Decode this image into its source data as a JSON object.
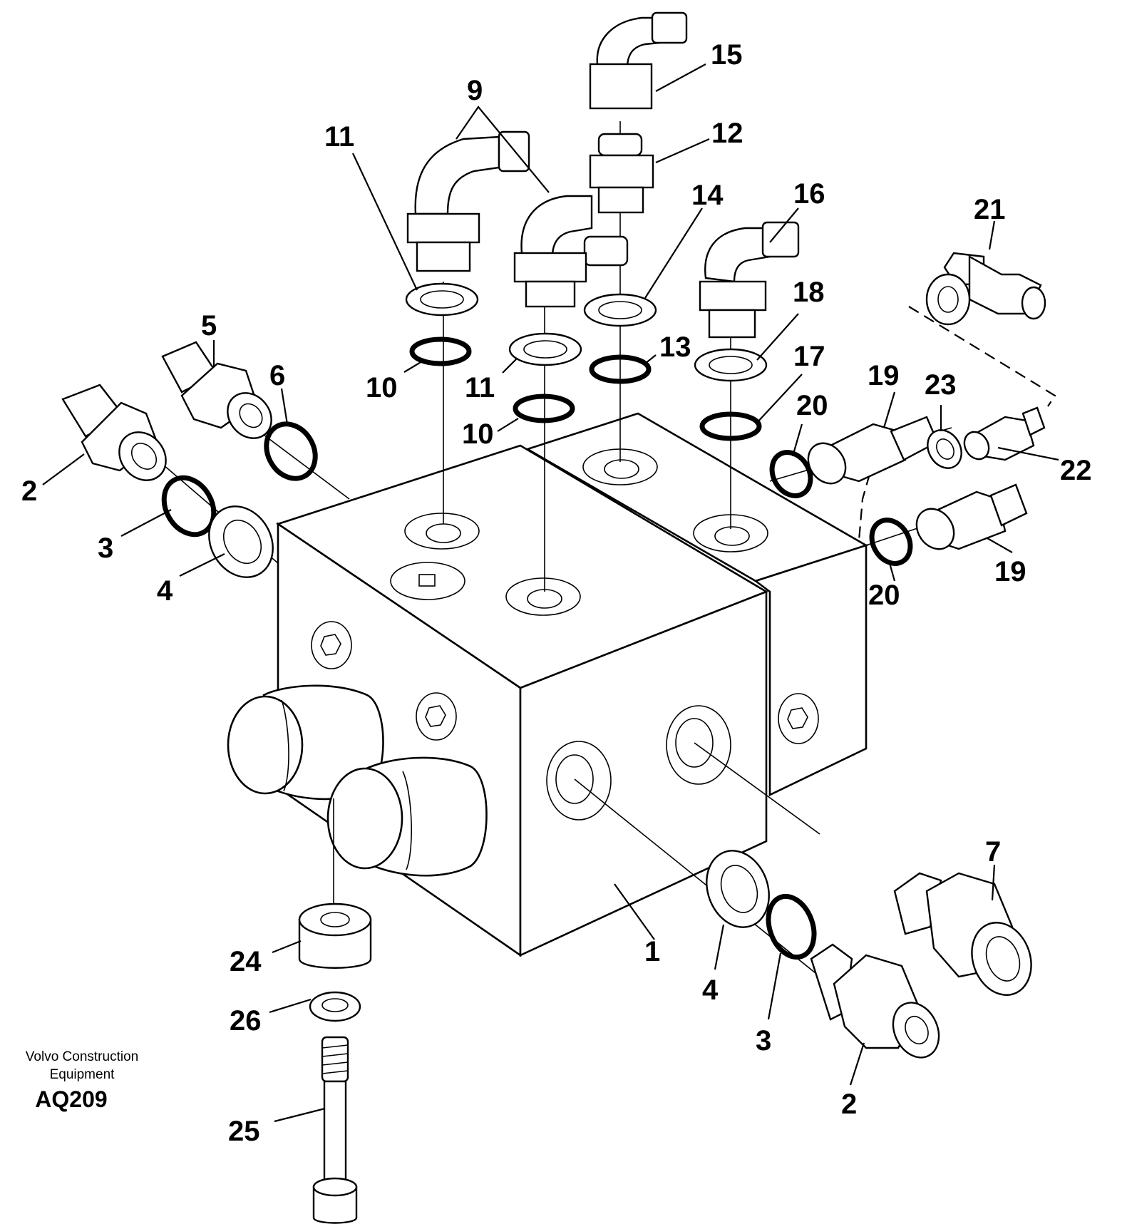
{
  "credit": {
    "line1": "Volvo Construction",
    "line2": "Equipment",
    "code": "AQ209"
  },
  "callouts": [
    {
      "id": "c1",
      "text": "1"
    },
    {
      "id": "c2a",
      "text": "2"
    },
    {
      "id": "c2b",
      "text": "2"
    },
    {
      "id": "c3a",
      "text": "3"
    },
    {
      "id": "c3b",
      "text": "3"
    },
    {
      "id": "c4a",
      "text": "4"
    },
    {
      "id": "c4b",
      "text": "4"
    },
    {
      "id": "c5",
      "text": "5"
    },
    {
      "id": "c6",
      "text": "6"
    },
    {
      "id": "c7",
      "text": "7"
    },
    {
      "id": "c9",
      "text": "9"
    },
    {
      "id": "c10a",
      "text": "10"
    },
    {
      "id": "c10b",
      "text": "10"
    },
    {
      "id": "c11a",
      "text": "11"
    },
    {
      "id": "c11b",
      "text": "11"
    },
    {
      "id": "c12",
      "text": "12"
    },
    {
      "id": "c13",
      "text": "13"
    },
    {
      "id": "c14",
      "text": "14"
    },
    {
      "id": "c15",
      "text": "15"
    },
    {
      "id": "c16",
      "text": "16"
    },
    {
      "id": "c17",
      "text": "17"
    },
    {
      "id": "c18",
      "text": "18"
    },
    {
      "id": "c19a",
      "text": "19"
    },
    {
      "id": "c19b",
      "text": "19"
    },
    {
      "id": "c20a",
      "text": "20"
    },
    {
      "id": "c20b",
      "text": "20"
    },
    {
      "id": "c21",
      "text": "21"
    },
    {
      "id": "c22",
      "text": "22"
    },
    {
      "id": "c23",
      "text": "23"
    },
    {
      "id": "c24",
      "text": "24"
    },
    {
      "id": "c25",
      "text": "25"
    },
    {
      "id": "c26",
      "text": "26"
    }
  ]
}
